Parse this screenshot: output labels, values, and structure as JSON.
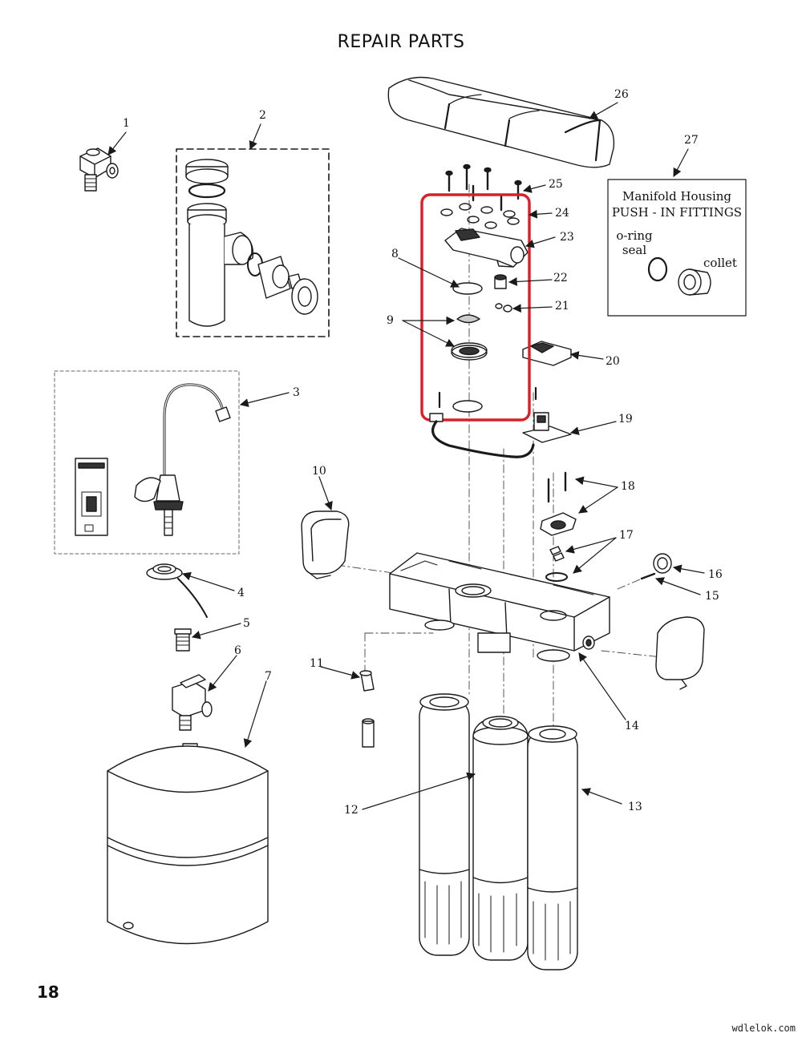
{
  "page": {
    "title": "REPAIR PARTS",
    "page_number": "18",
    "watermark": "wdlelok.com"
  },
  "callouts": {
    "c1": "1",
    "c2": "2",
    "c3": "3",
    "c4": "4",
    "c5": "5",
    "c6": "6",
    "c7": "7",
    "c8": "8",
    "c9": "9",
    "c10": "10",
    "c11": "11",
    "c12": "12",
    "c13": "13",
    "c14": "14",
    "c15": "15",
    "c16": "16",
    "c17": "17",
    "c18": "18",
    "c19": "19",
    "c20": "20",
    "c21": "21",
    "c22": "22",
    "c23": "23",
    "c24": "24",
    "c25": "25",
    "c26": "26",
    "c27": "27"
  },
  "inset": {
    "line1": "Manifold Housing",
    "line2": "PUSH - IN  FITTINGS",
    "oring_line1": "o-ring",
    "oring_line2": "seal",
    "collet": "collet"
  },
  "colors": {
    "line": "#1a1a1a",
    "highlight": "#d8202a"
  }
}
